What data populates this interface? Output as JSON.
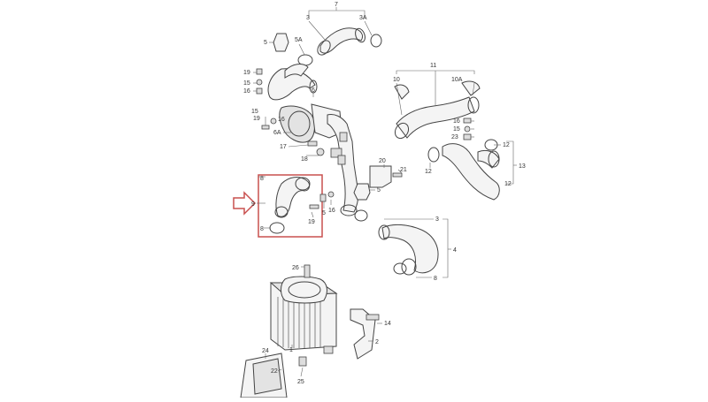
{
  "colors": {
    "background": "#ffffff",
    "line": "#444444",
    "highlight": "#c9504f"
  },
  "labels": [
    {
      "id": "l7",
      "text": "7"
    },
    {
      "id": "l3a_top",
      "text": "3"
    },
    {
      "id": "l3A",
      "text": "3A"
    },
    {
      "id": "l5_top",
      "text": "5"
    },
    {
      "id": "l5A",
      "text": "5A"
    },
    {
      "id": "l19_a",
      "text": "19"
    },
    {
      "id": "l15_a",
      "text": "15"
    },
    {
      "id": "l16_a",
      "text": "16"
    },
    {
      "id": "l6",
      "text": "6"
    },
    {
      "id": "l15_b",
      "text": "15"
    },
    {
      "id": "l19_b",
      "text": "19"
    },
    {
      "id": "l16_b",
      "text": "16"
    },
    {
      "id": "l6A",
      "text": "6A"
    },
    {
      "id": "l17",
      "text": "17"
    },
    {
      "id": "l18",
      "text": "18"
    },
    {
      "id": "l11",
      "text": "11"
    },
    {
      "id": "l10",
      "text": "10"
    },
    {
      "id": "l10A",
      "text": "10A"
    },
    {
      "id": "l16_c",
      "text": "16"
    },
    {
      "id": "l15_c",
      "text": "15"
    },
    {
      "id": "l23",
      "text": "23"
    },
    {
      "id": "l12_a",
      "text": "12"
    },
    {
      "id": "l12_b",
      "text": "12"
    },
    {
      "id": "l13",
      "text": "13"
    },
    {
      "id": "l12_c",
      "text": "12"
    },
    {
      "id": "l20",
      "text": "20"
    },
    {
      "id": "l21",
      "text": "21"
    },
    {
      "id": "l5_mid",
      "text": "5"
    },
    {
      "id": "l8_top",
      "text": "8"
    },
    {
      "id": "l9",
      "text": "9"
    },
    {
      "id": "l8_bot",
      "text": "8"
    },
    {
      "id": "l19_c",
      "text": "19"
    },
    {
      "id": "l5_c",
      "text": "5"
    },
    {
      "id": "l16_d",
      "text": "16"
    },
    {
      "id": "l3_mid",
      "text": "3"
    },
    {
      "id": "l4",
      "text": "4"
    },
    {
      "id": "l8_right",
      "text": "8"
    },
    {
      "id": "l26",
      "text": "26"
    },
    {
      "id": "l14",
      "text": "14"
    },
    {
      "id": "l2",
      "text": "2"
    },
    {
      "id": "l1",
      "text": "1"
    },
    {
      "id": "l24",
      "text": "24"
    },
    {
      "id": "l22",
      "text": "22"
    },
    {
      "id": "l25",
      "text": "25"
    }
  ]
}
